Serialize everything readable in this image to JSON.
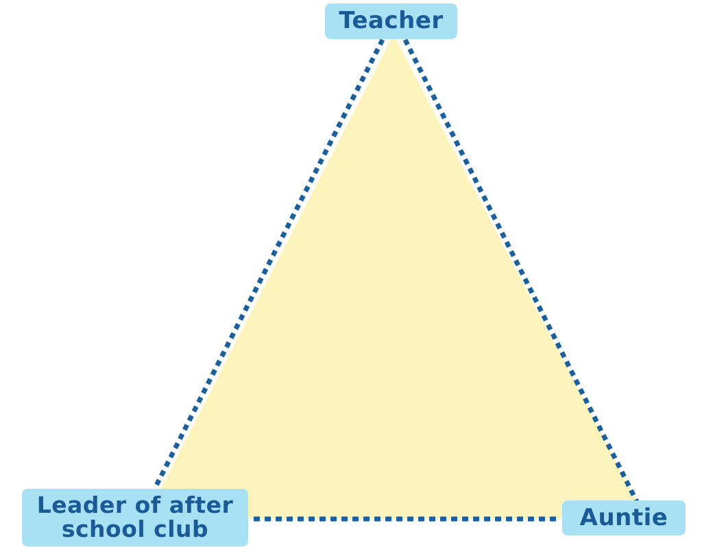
{
  "diagram": {
    "nodes": [
      {
        "id": "teacher",
        "label": "Teacher"
      },
      {
        "id": "leader",
        "label": "Leader of after school club"
      },
      {
        "id": "auntie",
        "label": "Auntie"
      }
    ],
    "edges": [
      {
        "from": "teacher",
        "to": "leader",
        "style": "dotted"
      },
      {
        "from": "teacher",
        "to": "auntie",
        "style": "dotted"
      },
      {
        "from": "leader",
        "to": "auntie",
        "style": "dotted"
      }
    ]
  },
  "colors": {
    "fill": "#fdf3bd",
    "line": "#1b5f9c",
    "label_bg": "#a8e1f4",
    "label_text": "#1a5b97"
  }
}
